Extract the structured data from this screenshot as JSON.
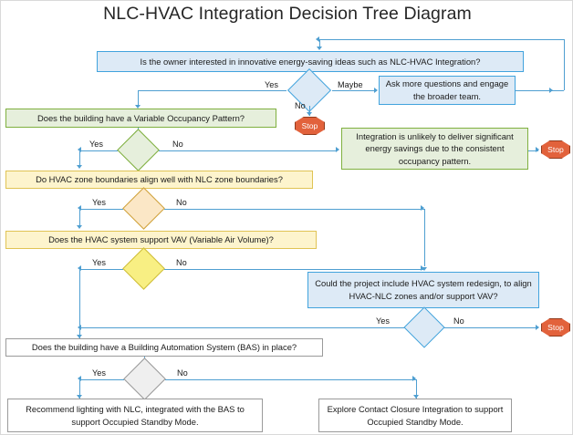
{
  "diagram": {
    "title": "NLC-HVAC Integration Decision Tree Diagram",
    "colors": {
      "connector": "#4f9fd1",
      "blue_fill": "#ddeaf6",
      "blue_stroke": "#41a3dd",
      "green_fill": "#e6efdc",
      "green_stroke": "#7fb03f",
      "yellow_fill": "#fdf4cd",
      "yellow_stroke": "#e0c354",
      "peach_fill": "#fbe7c6",
      "bright_yellow_fill": "#f8ef83",
      "gray_fill": "#efefef",
      "plain_fill": "#ffffff",
      "stop_fill": "#e2623c",
      "stop_stroke": "#923b1d",
      "text": "#1a1a1a"
    },
    "nodes": {
      "q_owner_interested": "Is the owner interested in innovative energy-saving ideas such as NLC-HVAC Integration?",
      "ask_more_questions": "Ask more questions and engage the broader team.",
      "q_variable_occupancy": "Does the building have a Variable Occupancy Pattern?",
      "integration_unlikely": "Integration is unlikely to deliver significant energy savings due to the consistent occupancy pattern.",
      "q_zone_boundaries": "Do HVAC zone boundaries align well with NLC zone boundaries?",
      "q_vav_support": "Does the HVAC system support VAV (Variable Air Volume)?",
      "q_redesign": "Could the project include HVAC system redesign, to align HVAC-NLC zones and/or support VAV?",
      "q_bas_in_place": "Does the building have a Building Automation System (BAS) in place?",
      "recommend_nlc_bas": "Recommend lighting with NLC, integrated with the BAS to support Occupied Standby Mode.",
      "explore_contact_closure": "Explore Contact Closure Integration to support Occupied Standby Mode."
    },
    "terminals": {
      "stop_1": "Stop",
      "stop_2": "Stop",
      "stop_3": "Stop"
    },
    "edge_labels": {
      "owner_yes": "Yes",
      "owner_maybe": "Maybe",
      "owner_no": "No",
      "occupancy_yes": "Yes",
      "occupancy_no": "No",
      "zones_yes": "Yes",
      "zones_no": "No",
      "vav_yes": "Yes",
      "vav_no": "No",
      "redesign_yes": "Yes",
      "redesign_no": "No",
      "bas_yes": "Yes",
      "bas_no": "No"
    }
  }
}
